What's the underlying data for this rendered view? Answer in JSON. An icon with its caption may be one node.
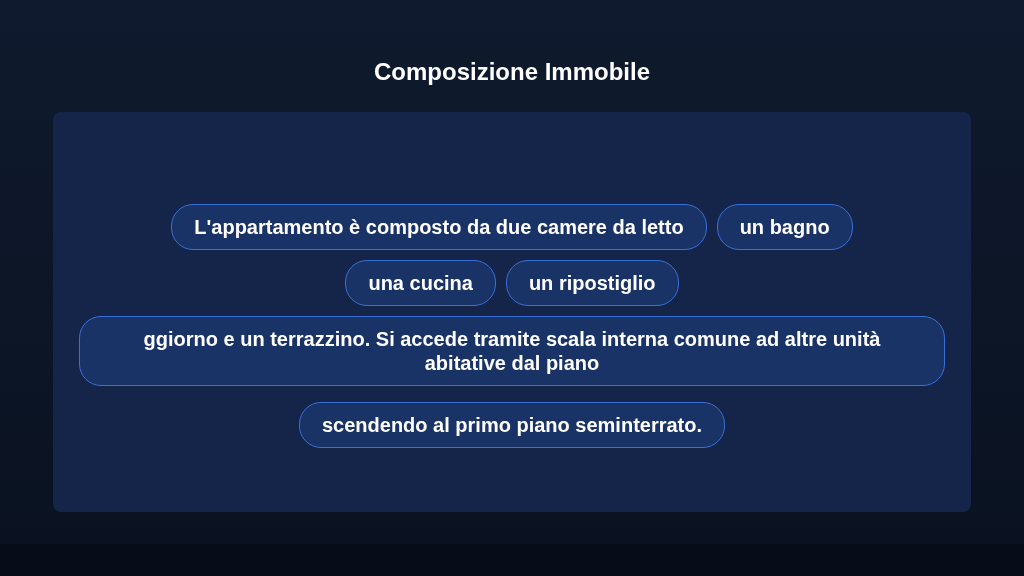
{
  "diagram": {
    "title": "Composizione Immobile",
    "nodes": [
      {
        "text": [
          "L'appartamento è composto da due camere da letto"
        ]
      },
      {
        "text": [
          "un bagno"
        ]
      },
      {
        "text": [
          "una cucina"
        ]
      },
      {
        "text": [
          "un ripostiglio"
        ]
      },
      {
        "text": [
          "ggiorno e un terrazzino. Si accede tramite scala interna comune ad altre unità abitative dal piano"
        ]
      },
      {
        "text": [
          "scendendo al primo piano seminterrato."
        ]
      }
    ]
  }
}
